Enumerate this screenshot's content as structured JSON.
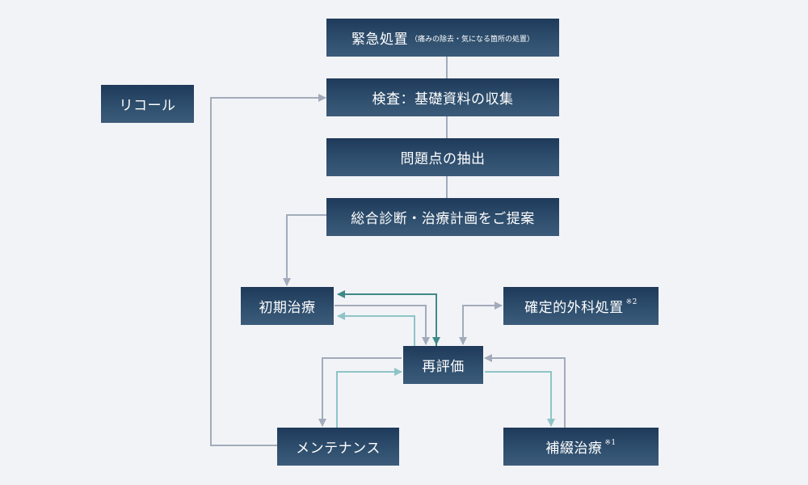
{
  "nodes": {
    "emergency": {
      "label": "緊急処置",
      "note": "（痛みの除去・気になる箇所の処置）"
    },
    "exam": {
      "label": "検査：基礎資料の収集"
    },
    "problems": {
      "label": "問題点の抽出"
    },
    "diagnosis": {
      "label": "総合診断・治療計画をご提案"
    },
    "recall": {
      "label": "リコール"
    },
    "initial": {
      "label": "初期治療"
    },
    "surgery": {
      "label": "確定的外科処置",
      "mark": "※2"
    },
    "reeval": {
      "label": "再評価"
    },
    "maintenance": {
      "label": "メンテナンス"
    },
    "supplement": {
      "label": "補綴治療",
      "mark": "※1"
    }
  },
  "colors": {
    "box": "#2c4a6a",
    "gray_line": "#a2abbb",
    "teal_line": "#8ec4c8",
    "dark_teal_line": "#3d8a88"
  }
}
